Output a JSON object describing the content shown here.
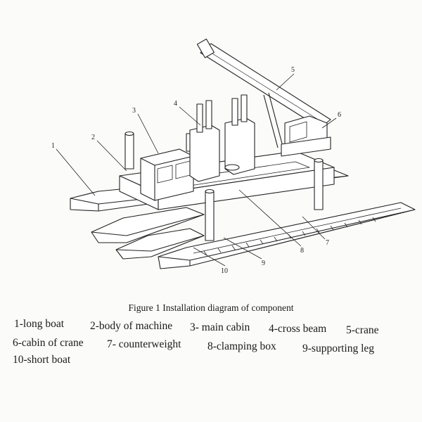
{
  "figure": {
    "callouts": [
      "1",
      "2",
      "3",
      "4",
      "5",
      "6",
      "7",
      "8",
      "9",
      "10"
    ],
    "caption": "Figure 1 Installation diagram of component",
    "legend": [
      "1-long boat",
      "2-body of machine",
      "3- main cabin",
      "4-cross beam",
      "5-crane",
      "6-cabin of crane",
      "7- counterweight",
      "8-clamping box",
      "9-supporting leg",
      "10-short boat"
    ]
  }
}
